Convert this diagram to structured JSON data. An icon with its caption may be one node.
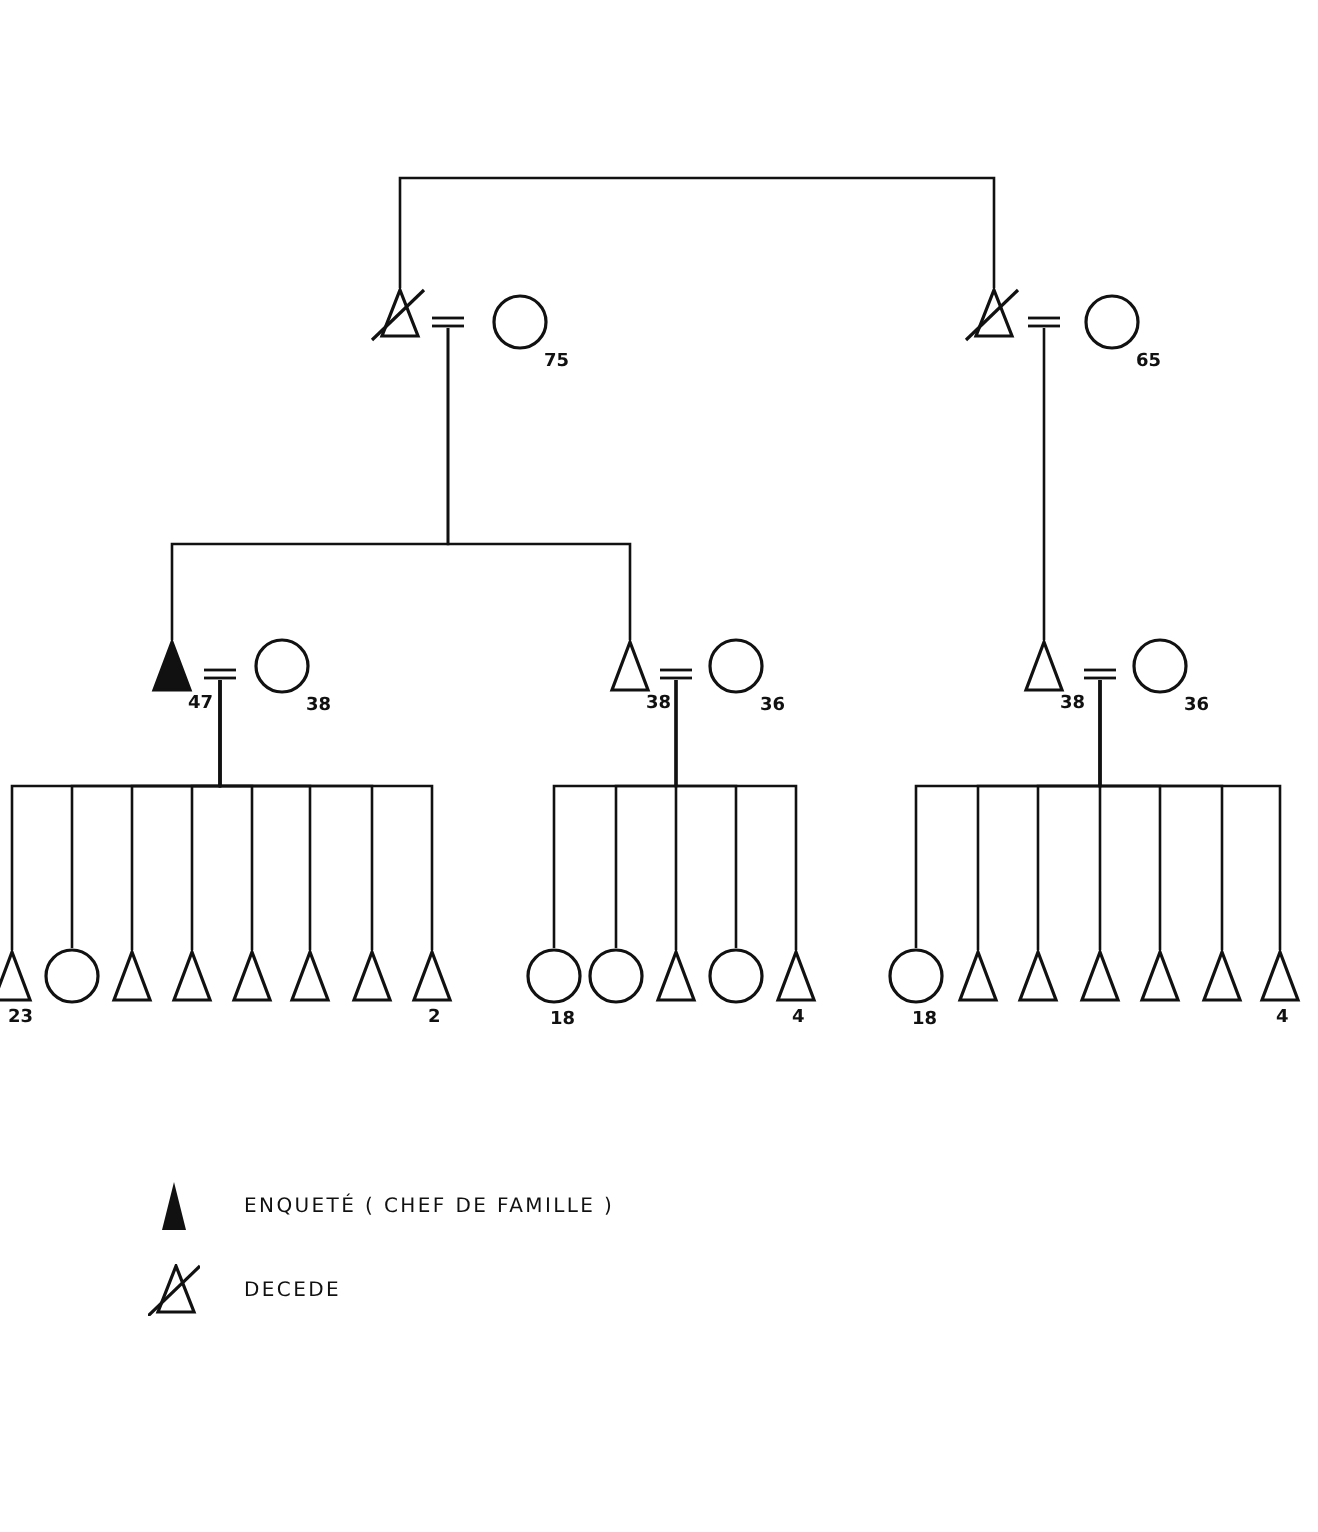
{
  "diagram": {
    "nodes": [
      {
        "text": [],
        "shape": "triangle"
      },
      {
        "text": [],
        "shape": "bar"
      },
      {
        "text": [],
        "shape": "circle",
        "beside": [
          "75"
        ]
      },
      {
        "text": [],
        "shape": "triangle"
      },
      {
        "text": [],
        "shape": "bar"
      },
      {
        "text": [],
        "shape": "circle",
        "beside": [
          "65"
        ]
      },
      {
        "text": [],
        "shape": "triangle",
        "beside": [
          "47"
        ]
      },
      {
        "text": [],
        "shape": "bar"
      },
      {
        "text": [],
        "shape": "circle",
        "beside": [
          "38"
        ]
      },
      {
        "text": [],
        "shape": "triangle",
        "beside": [
          "38"
        ]
      },
      {
        "text": [],
        "shape": "bar"
      },
      {
        "text": [],
        "shape": "circle",
        "beside": [
          "36"
        ]
      },
      {
        "text": [],
        "shape": "triangle",
        "beside": [
          "38"
        ]
      },
      {
        "text": [],
        "shape": "bar"
      },
      {
        "text": [],
        "shape": "circle",
        "beside": [
          "36"
        ]
      },
      {
        "text": [],
        "shape": "triangle",
        "beside": [
          "23"
        ]
      },
      {
        "text": [],
        "shape": "circle"
      },
      {
        "text": [],
        "shape": "triangle"
      },
      {
        "text": [],
        "shape": "triangle"
      },
      {
        "text": [],
        "shape": "triangle"
      },
      {
        "text": [],
        "shape": "triangle"
      },
      {
        "text": [],
        "shape": "triangle"
      },
      {
        "text": [],
        "shape": "triangle",
        "beside": [
          "2"
        ]
      },
      {
        "text": [],
        "shape": "circle",
        "beside": [
          "18"
        ]
      },
      {
        "text": [],
        "shape": "circle"
      },
      {
        "text": [],
        "shape": "triangle"
      },
      {
        "text": [],
        "shape": "circle"
      },
      {
        "text": [],
        "shape": "triangle",
        "beside": [
          "4"
        ]
      },
      {
        "text": [],
        "shape": "circle",
        "beside": [
          "18"
        ]
      },
      {
        "text": [],
        "shape": "triangle"
      },
      {
        "text": [],
        "shape": "triangle"
      },
      {
        "text": [],
        "shape": "triangle"
      },
      {
        "text": [],
        "shape": "triangle"
      },
      {
        "text": [],
        "shape": "triangle"
      },
      {
        "text": [],
        "shape": "triangle",
        "beside": [
          "4"
        ]
      }
    ],
    "edges": [
      {
        "from": 0,
        "to": 3,
        "arrow": "none"
      },
      {
        "from": 1,
        "to": 6,
        "arrow": "none"
      },
      {
        "from": 1,
        "to": 9,
        "arrow": "none"
      },
      {
        "from": 4,
        "to": 12,
        "arrow": "none"
      },
      {
        "from": 7,
        "to": 15,
        "arrow": "none"
      },
      {
        "from": 7,
        "to": 16,
        "arrow": "none"
      },
      {
        "from": 7,
        "to": 17,
        "arrow": "none"
      },
      {
        "from": 7,
        "to": 18,
        "arrow": "none"
      },
      {
        "from": 7,
        "to": 19,
        "arrow": "none"
      },
      {
        "from": 7,
        "to": 20,
        "arrow": "none"
      },
      {
        "from": 7,
        "to": 21,
        "arrow": "none"
      },
      {
        "from": 7,
        "to": 22,
        "arrow": "none"
      },
      {
        "from": 10,
        "to": 23,
        "arrow": "none"
      },
      {
        "from": 10,
        "to": 24,
        "arrow": "none"
      },
      {
        "from": 10,
        "to": 25,
        "arrow": "none"
      },
      {
        "from": 10,
        "to": 26,
        "arrow": "none"
      },
      {
        "from": 10,
        "to": 27,
        "arrow": "none"
      },
      {
        "from": 13,
        "to": 28,
        "arrow": "none"
      },
      {
        "from": 13,
        "to": 29,
        "arrow": "none"
      },
      {
        "from": 13,
        "to": 30,
        "arrow": "none"
      },
      {
        "from": 13,
        "to": 31,
        "arrow": "none"
      },
      {
        "from": 13,
        "to": 32,
        "arrow": "none"
      },
      {
        "from": 13,
        "to": 33,
        "arrow": "none"
      },
      {
        "from": 13,
        "to": 34,
        "arrow": "none"
      }
    ],
    "legend": [
      {
        "text": "ENQUETÉ ( CHEF DE FAMILLE )"
      },
      {
        "text": "DECEDE"
      }
    ]
  }
}
